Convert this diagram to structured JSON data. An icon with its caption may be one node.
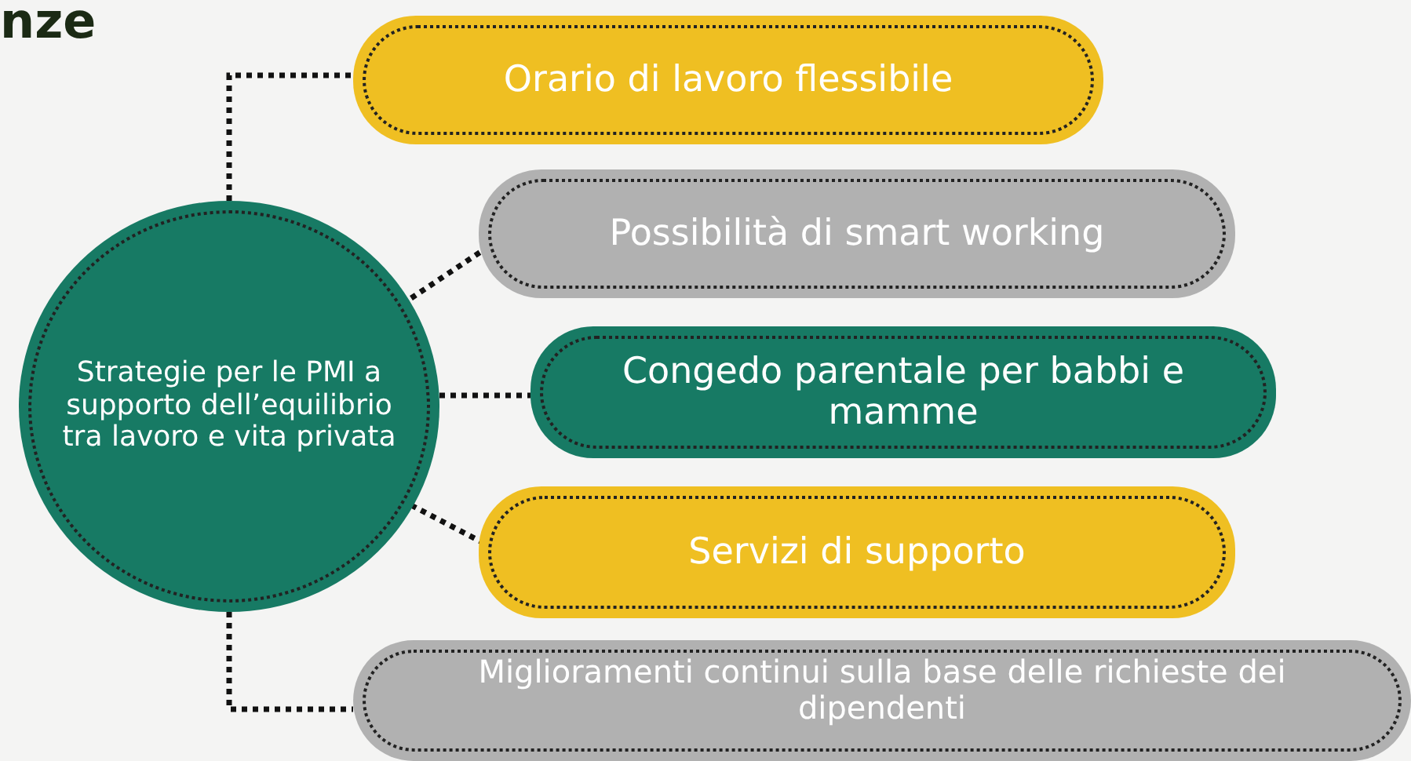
{
  "diagram": {
    "title": "nze",
    "nodes": [
      {
        "text": [
          "Strategie per le PMI a supporto dell’equilibrio tra lavoro e vita privata"
        ]
      },
      {
        "text": [
          "Orario di lavoro flessibile"
        ]
      },
      {
        "text": [
          "Possibilità di smart working"
        ]
      },
      {
        "text": [
          "Congedo parentale per babbi e mamme"
        ]
      },
      {
        "text": [
          "Servizi di supporto"
        ]
      },
      {
        "text": [
          "Miglioramenti continui sulla base delle richieste dei dipendenti"
        ]
      }
    ],
    "edges": [
      {
        "from": 0,
        "to": 1,
        "arrow": "none",
        "style": "dashed"
      },
      {
        "from": 0,
        "to": 2,
        "arrow": "none",
        "style": "dashed"
      },
      {
        "from": 0,
        "to": 3,
        "arrow": "none",
        "style": "dashed"
      },
      {
        "from": 0,
        "to": 4,
        "arrow": "none",
        "style": "dashed"
      },
      {
        "from": 0,
        "to": 5,
        "arrow": "none",
        "style": "dashed"
      }
    ]
  }
}
